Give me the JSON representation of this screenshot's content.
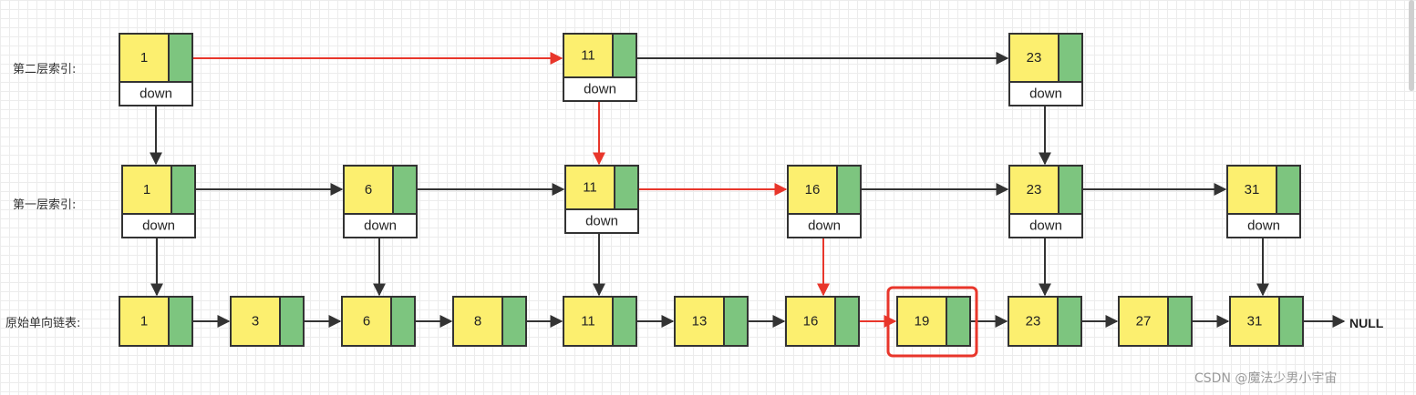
{
  "colors": {
    "value_fill": "#fcef6f",
    "pointer_fill": "#7dc57f",
    "stroke": "#333333",
    "path_arrow": "#e8362b",
    "arrow": "#333333",
    "highlight": "#e8362b"
  },
  "labels": {
    "level2": "第二层索引:",
    "level1": "第一层索引:",
    "base": "原始单向链表:"
  },
  "down_label": "down",
  "null_label": "NULL",
  "watermark": "CSDN @魔法少男小宇宙",
  "levels": {
    "level2": [
      "1",
      "11",
      "23"
    ],
    "level1": [
      "1",
      "6",
      "11",
      "16",
      "23",
      "31"
    ],
    "base": [
      "1",
      "3",
      "6",
      "8",
      "11",
      "13",
      "16",
      "19",
      "23",
      "27",
      "31"
    ]
  },
  "highlighted_node": "19"
}
